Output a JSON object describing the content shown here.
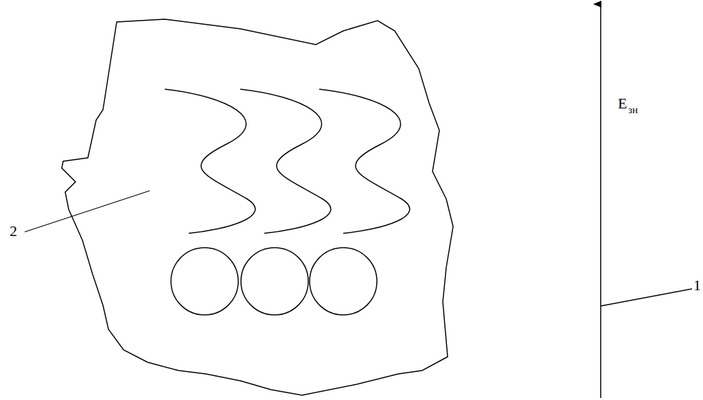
{
  "diagram": {
    "labels": [
      "2",
      "E",
      "зн",
      "1"
    ]
  }
}
